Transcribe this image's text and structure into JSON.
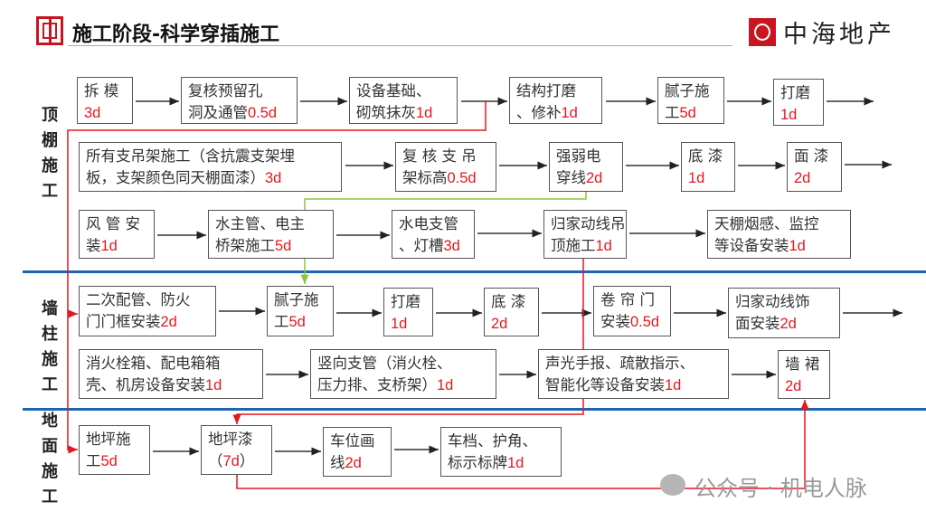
{
  "header": {
    "title": "施工阶段-科学穿插施工",
    "brand": "中海地产"
  },
  "sections": {
    "ceiling": "顶棚施工",
    "wall": "墙柱施工",
    "floor": "地面施工"
  },
  "rows": {
    "r1": [
      {
        "l1": "拆 模",
        "l2": "",
        "d": "3d"
      },
      {
        "l1": "复核预留孔",
        "l2": "洞及通管",
        "d": "0.5d"
      },
      {
        "l1": "设备基础、",
        "l2": "砌筑抹灰",
        "d": "1d"
      },
      {
        "l1": "结构打磨",
        "l2": "、修补",
        "d": "1d"
      },
      {
        "l1": "腻子施",
        "l2": "工",
        "d": "5d"
      },
      {
        "l1": "打磨",
        "l2": "",
        "d": "1d"
      }
    ],
    "r2": [
      {
        "l1": "所有支吊架施工（含抗震支架埋",
        "l2": "板，支架颜色同天棚面漆）",
        "d": "3d"
      },
      {
        "l1": "复 核 支 吊",
        "l2": "架标高",
        "d": "0.5d"
      },
      {
        "l1": "强弱电",
        "l2": "穿线",
        "d": "2d"
      },
      {
        "l1": "底 漆",
        "l2": "",
        "d": "1d"
      },
      {
        "l1": "面 漆",
        "l2": "",
        "d": "2d"
      }
    ],
    "r3": [
      {
        "l1": "风 管 安",
        "l2": "装",
        "d": "1d"
      },
      {
        "l1": "水主管、电主",
        "l2": "桥架施工",
        "d": "5d"
      },
      {
        "l1": "水电支管",
        "l2": "、灯槽",
        "d": "3d"
      },
      {
        "l1": "归家动线吊",
        "l2": "顶施工",
        "d": "1d"
      },
      {
        "l1": "天棚烟感、监控",
        "l2": "等设备安装",
        "d": "1d"
      }
    ],
    "r4": [
      {
        "l1": "二次配管、防火",
        "l2": "门门框安装",
        "d": "2d"
      },
      {
        "l1": "腻子施",
        "l2": "工",
        "d": "5d"
      },
      {
        "l1": "打磨",
        "l2": "",
        "d": "1d"
      },
      {
        "l1": "底 漆",
        "l2": "",
        "d": "2d"
      },
      {
        "l1": "卷 帘 门",
        "l2": "安装",
        "d": "0.5d"
      },
      {
        "l1": "归家动线饰",
        "l2": "面安装",
        "d": "2d"
      }
    ],
    "r5": [
      {
        "l1": "消火栓箱、配电箱箱",
        "l2": "壳、机房设备安装",
        "d": "1d"
      },
      {
        "l1": "竖向支管（消火栓、",
        "l2": "压力排、支桥架）",
        "d": "1d"
      },
      {
        "l1": "声光手报、疏散指示、",
        "l2": "智能化等设备安装",
        "d": "1d"
      },
      {
        "l1": "墙 裙",
        "l2": "",
        "d": "2d"
      }
    ],
    "r6": [
      {
        "l1": "地坪施",
        "l2": "工",
        "d": "5d"
      },
      {
        "l1": "地坪漆",
        "l2": "（",
        "d": "7d",
        "tail": "）"
      },
      {
        "l1": "车位画",
        "l2": "线",
        "d": "2d"
      },
      {
        "l1": "车档、护角、",
        "l2": "标示标牌",
        "d": "1d"
      }
    ]
  },
  "watermark": "公众号 · 机电人脉",
  "colors": {
    "red": "#e8161e",
    "blue": "#1f64b0",
    "green": "#8cc63f",
    "brand": "#c8161e"
  }
}
